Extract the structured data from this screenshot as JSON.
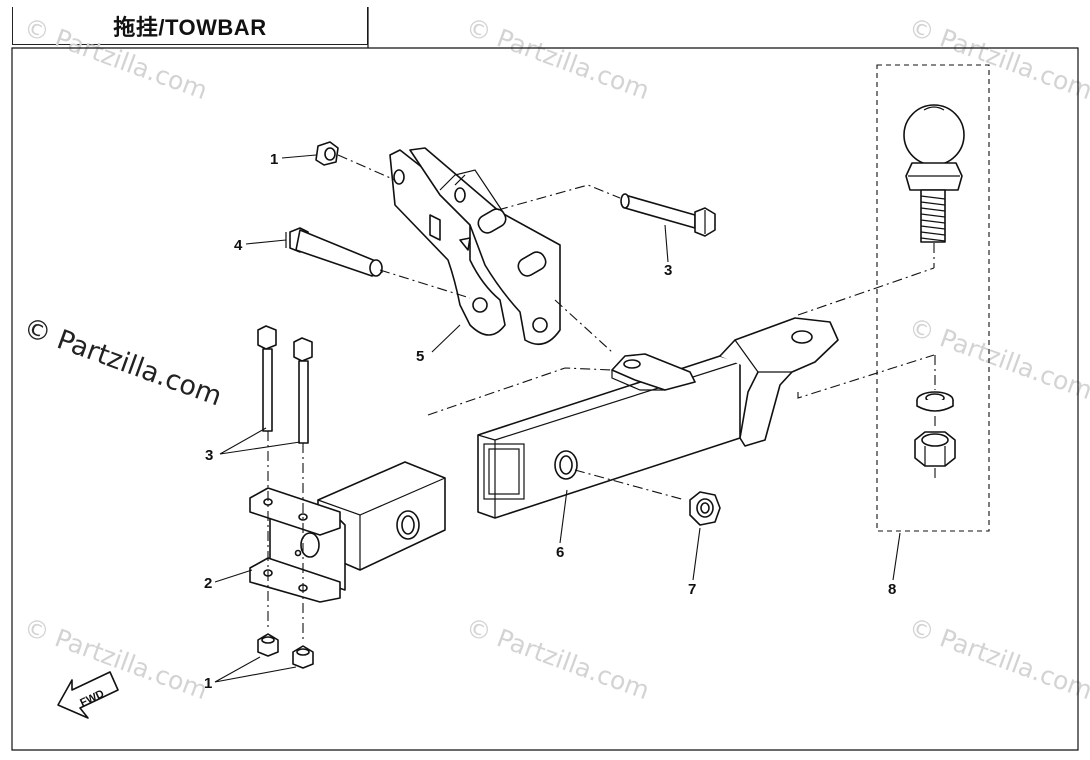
{
  "title": "拖挂/TOWBAR",
  "watermark": "© Partzilla.com",
  "fwd_label": "FWD",
  "callouts": {
    "c1_top": "1",
    "c4": "4",
    "c5": "5",
    "c3_right": "3",
    "c3_left": "3",
    "c2": "2",
    "c1_bottom": "1",
    "c6": "6",
    "c7": "7",
    "c8": "8"
  },
  "colors": {
    "line": "#111111",
    "watermark": "#d3d3d3",
    "background": "#ffffff"
  }
}
